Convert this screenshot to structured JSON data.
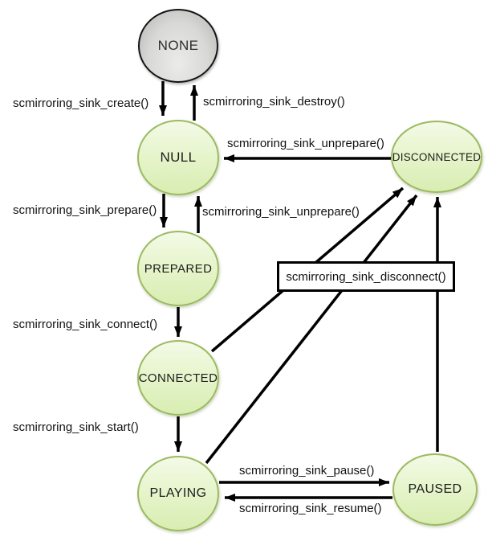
{
  "diagram_type": "state-machine",
  "states": [
    {
      "id": "none",
      "label": "NONE"
    },
    {
      "id": "null",
      "label": "NULL"
    },
    {
      "id": "prepared",
      "label": "PREPARED"
    },
    {
      "id": "connected",
      "label": "CONNECTED"
    },
    {
      "id": "playing",
      "label": "PLAYING"
    },
    {
      "id": "paused",
      "label": "PAUSED"
    },
    {
      "id": "disconnected",
      "label": "DISCONNECTED"
    }
  ],
  "transitions": [
    {
      "from": "none",
      "to": "null",
      "label": "scmirroring_sink_create()"
    },
    {
      "from": "null",
      "to": "none",
      "label": "scmirroring_sink_destroy()"
    },
    {
      "from": "null",
      "to": "prepared",
      "label": "scmirroring_sink_prepare()"
    },
    {
      "from": "prepared",
      "to": "null",
      "label": "scmirroring_sink_unprepare()"
    },
    {
      "from": "disconnected",
      "to": "null",
      "label": "scmirroring_sink_unprepare()"
    },
    {
      "from": "prepared",
      "to": "connected",
      "label": "scmirroring_sink_connect()"
    },
    {
      "from": "connected",
      "to": "playing",
      "label": "scmirroring_sink_start()"
    },
    {
      "from": "playing",
      "to": "paused",
      "label": "scmirroring_sink_pause()"
    },
    {
      "from": "paused",
      "to": "playing",
      "label": "scmirroring_sink_resume()"
    },
    {
      "from": "connected",
      "to": "disconnected",
      "label": "scmirroring_sink_disconnect()"
    },
    {
      "from": "playing",
      "to": "disconnected",
      "label": "scmirroring_sink_disconnect()"
    },
    {
      "from": "paused",
      "to": "disconnected",
      "label": "scmirroring_sink_disconnect()"
    }
  ],
  "colors": {
    "state_fill_top": "#f3fae7",
    "state_fill_bottom": "#d8edb2",
    "state_border": "#9cba60",
    "none_fill_light": "#ebebe9",
    "none_fill_dark": "#b2b2b0",
    "none_border": "#141414",
    "arrow": "#000000",
    "box_border": "#000000",
    "box_fill": "#ffffff",
    "background": "#ffffff",
    "text": "#111111"
  }
}
